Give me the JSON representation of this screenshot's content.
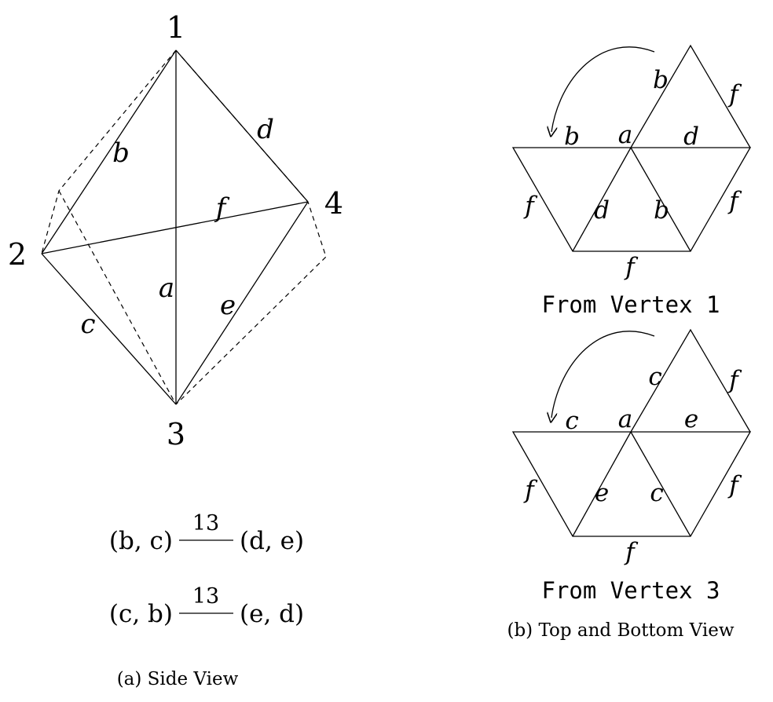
{
  "side_view": {
    "vertices": {
      "v1": "1",
      "v2": "2",
      "v3": "3",
      "v4": "4"
    },
    "edges": {
      "a": "a",
      "b": "b",
      "c": "c",
      "d": "d",
      "e": "e",
      "f": "f"
    },
    "relations": [
      {
        "left": "(b, c)",
        "over": "13",
        "right": "(d, e)"
      },
      {
        "left": "(c, b)",
        "over": "13",
        "right": "(e, d)"
      }
    ],
    "caption": "(a) Side View"
  },
  "top_view": {
    "title": "From Vertex 1",
    "labels": {
      "up_left": "b",
      "up_right": "f",
      "mid_left": "b",
      "center": "a",
      "mid_right": "d",
      "left": "f",
      "inner_left": "d",
      "inner_right": "b",
      "right": "f",
      "bottom": "f"
    }
  },
  "bottom_view": {
    "title": "From Vertex 3",
    "labels": {
      "up_left": "c",
      "up_right": "f",
      "mid_left": "c",
      "center": "a",
      "mid_right": "e",
      "left": "f",
      "inner_left": "e",
      "inner_right": "c",
      "right": "f",
      "bottom": "f"
    }
  },
  "right_caption": "(b) Top and Bottom View"
}
